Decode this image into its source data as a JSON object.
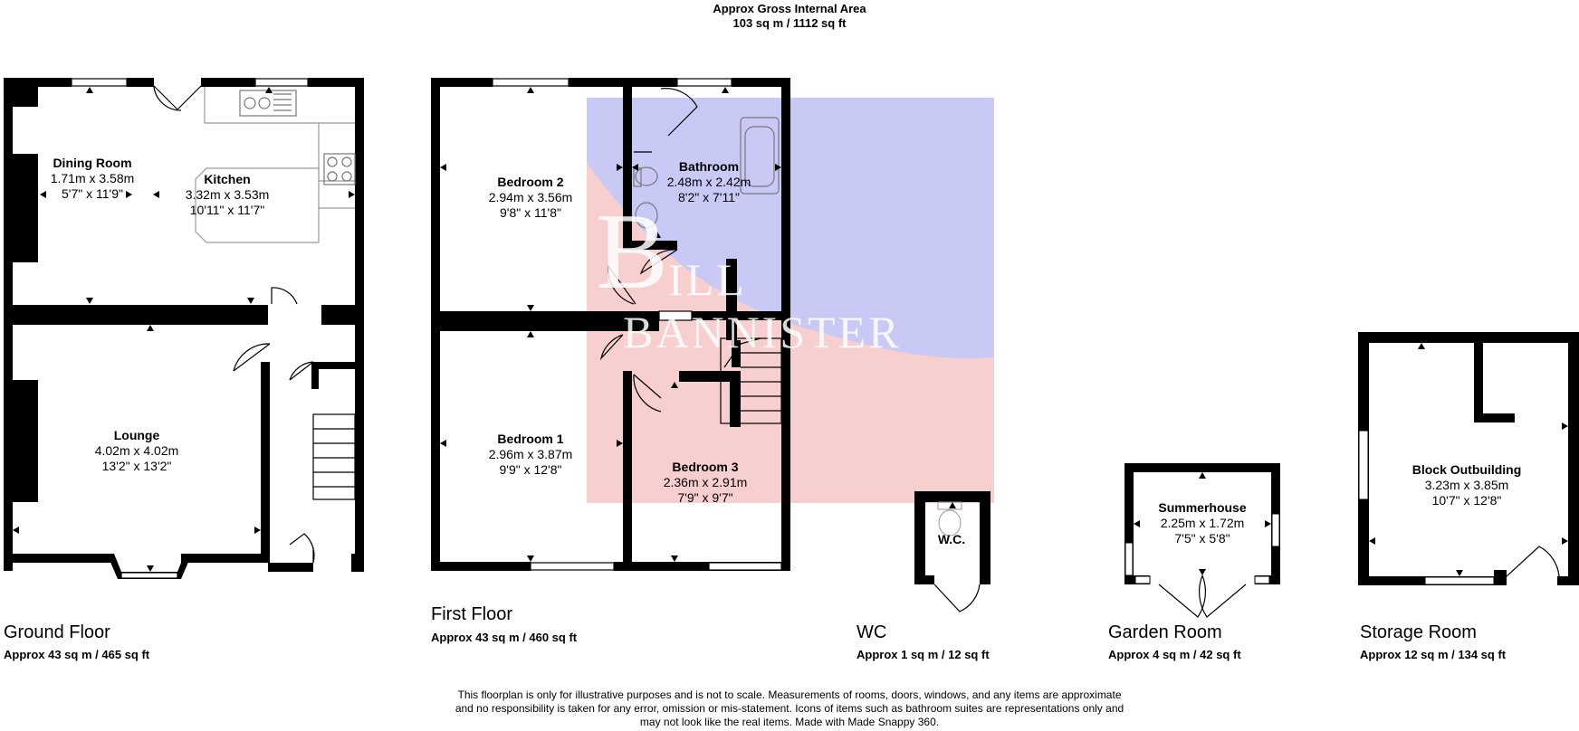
{
  "header": {
    "line1": "Approx Gross Internal Area",
    "line2": "103 sq m / 1112 sq ft"
  },
  "floors": [
    {
      "id": "ground",
      "label": "Ground Floor",
      "area": "Approx 43 sq m / 465 sq ft"
    },
    {
      "id": "first",
      "label": "First Floor",
      "area": "Approx 43 sq m / 460 sq ft"
    },
    {
      "id": "wc",
      "label": "WC",
      "area": "Approx 1 sq m / 12 sq ft"
    },
    {
      "id": "garden",
      "label": "Garden Room",
      "area": "Approx 4 sq m / 42 sq ft"
    },
    {
      "id": "storage",
      "label": "Storage Room",
      "area": "Approx 12 sq m / 134 sq ft"
    }
  ],
  "rooms": [
    {
      "name": "Dining Room",
      "metric": "1.71m x 3.58m",
      "imperial": "5'7\" x 11'9\""
    },
    {
      "name": "Kitchen",
      "metric": "3.32m x 3.53m",
      "imperial": "10'11\" x 11'7\""
    },
    {
      "name": "Lounge",
      "metric": "4.02m x 4.02m",
      "imperial": "13'2\" x 13'2\""
    },
    {
      "name": "Bedroom 2",
      "metric": "2.94m x 3.56m",
      "imperial": "9'8\" x 11'8\""
    },
    {
      "name": "Bathroom",
      "metric": "2.48m x 2.42m",
      "imperial": "8'2\" x 7'11\""
    },
    {
      "name": "Bedroom 1",
      "metric": "2.96m x 3.87m",
      "imperial": "9'9\" x 12'8\""
    },
    {
      "name": "Bedroom 3",
      "metric": "2.36m x 2.91m",
      "imperial": "7'9\" x 9'7\""
    },
    {
      "name": "W.C.",
      "metric": "",
      "imperial": ""
    },
    {
      "name": "Summerhouse",
      "metric": "2.25m x 1.72m",
      "imperial": "7'5\" x 5'8\""
    },
    {
      "name": "Block Outbuilding",
      "metric": "3.23m x 3.85m",
      "imperial": "10'7\" x 12'8\""
    }
  ],
  "logo": {
    "initial1": "B",
    "rest1": "ILL",
    "initial2": "B",
    "rest2": "ANNISTER"
  },
  "colors": {
    "wall": "#000000",
    "logo_blue": "#c9c9f5",
    "logo_red": "#f7cfcf",
    "fixture": "#999999"
  },
  "disclaimer": {
    "line1": "This floorplan is only for illustrative purposes and is not to scale. Measurements of rooms, doors, windows, and any items are approximate",
    "line2": "and no responsibility is taken for any error, omission or mis-statement. Icons of items such as bathroom suites are representations only and",
    "line3": "may not look like the real items. Made with Made Snappy 360."
  }
}
